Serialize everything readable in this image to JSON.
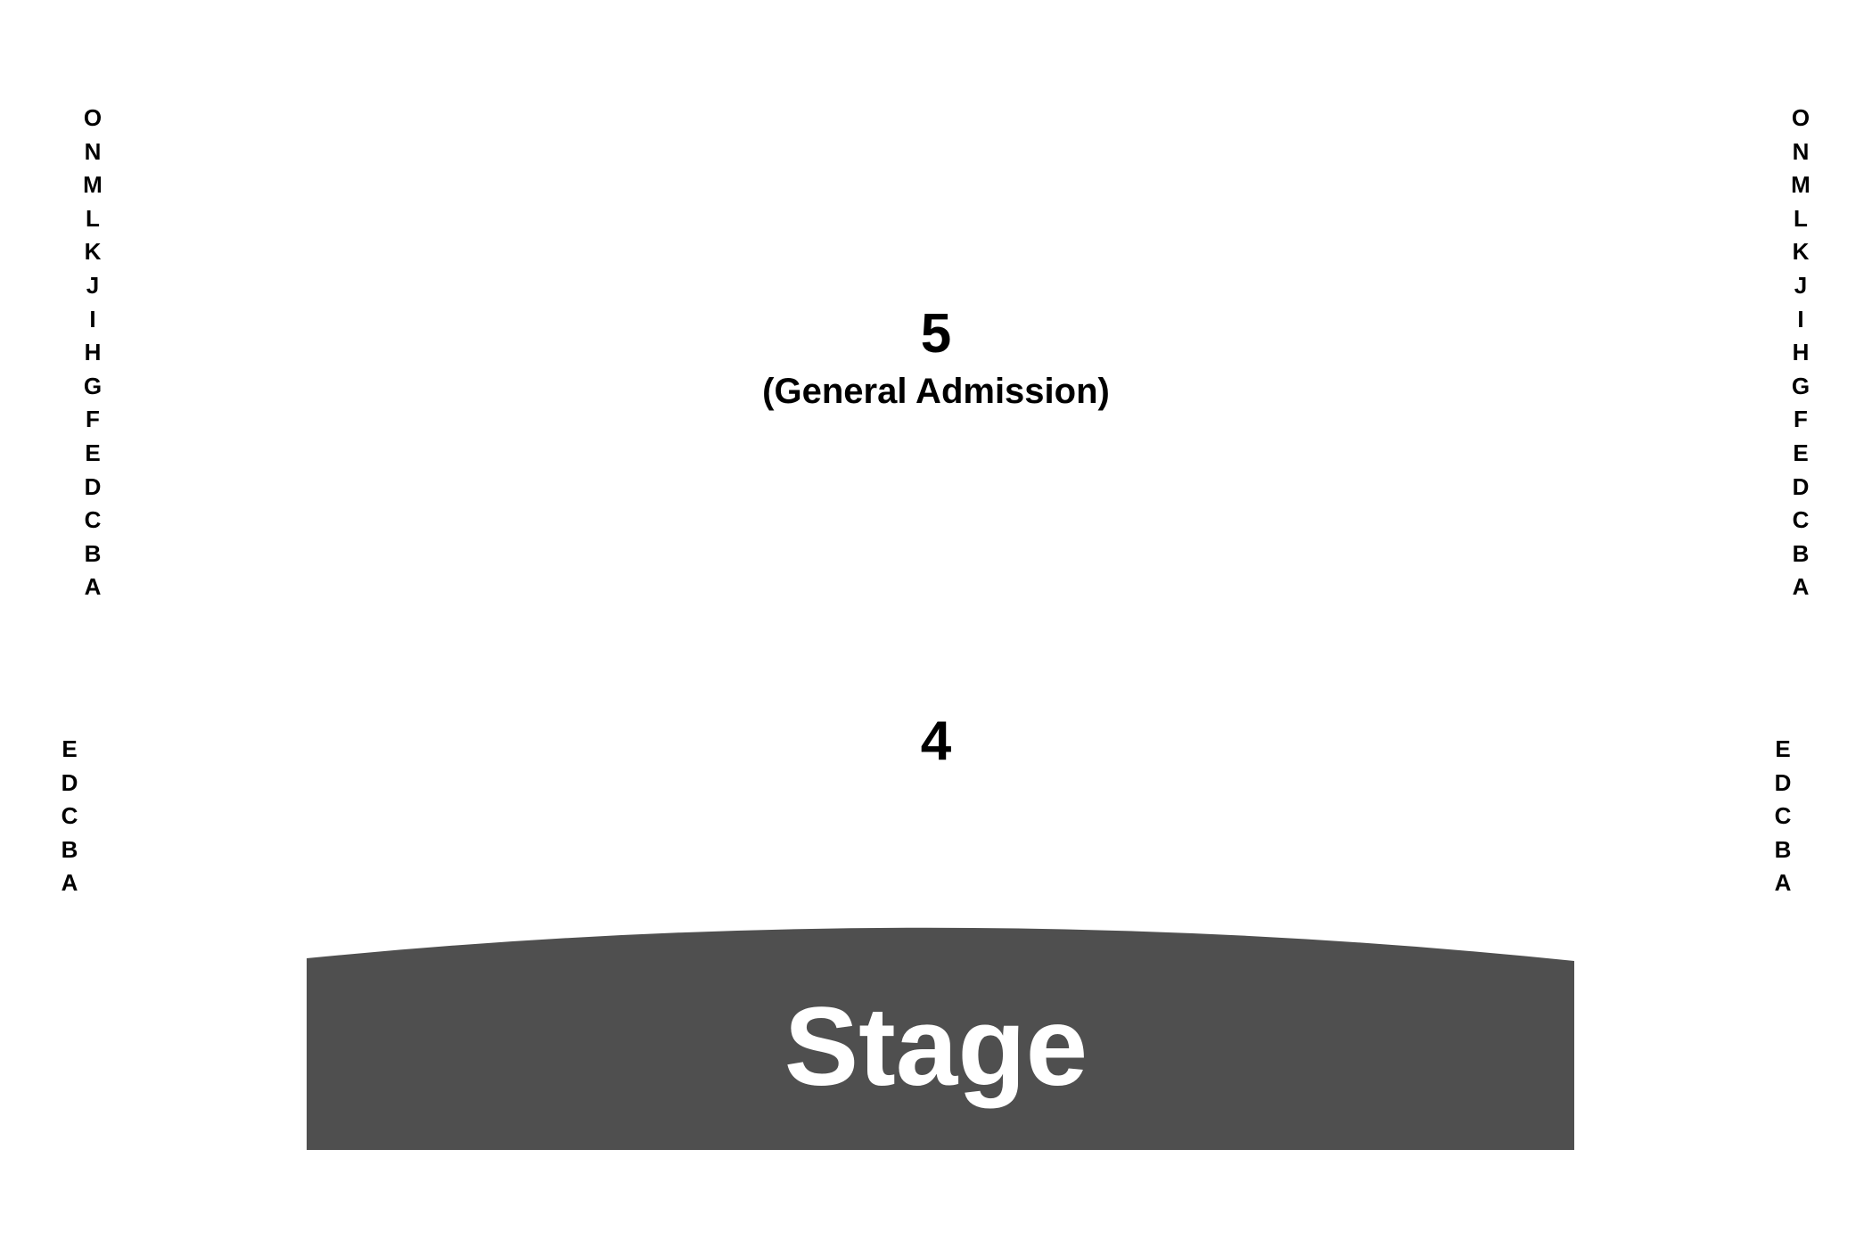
{
  "colors": {
    "background": "#ffffff",
    "text": "#000000",
    "stage_fill": "#4f4f4f",
    "stage_text": "#ffffff"
  },
  "section_5": {
    "number": "5",
    "subtitle": "(General Admission)",
    "rows": [
      "O",
      "N",
      "M",
      "L",
      "K",
      "J",
      "I",
      "H",
      "G",
      "F",
      "E",
      "D",
      "C",
      "B",
      "A"
    ]
  },
  "section_4": {
    "number": "4",
    "rows": [
      "E",
      "D",
      "C",
      "B",
      "A"
    ]
  },
  "stage": {
    "label": "Stage"
  }
}
